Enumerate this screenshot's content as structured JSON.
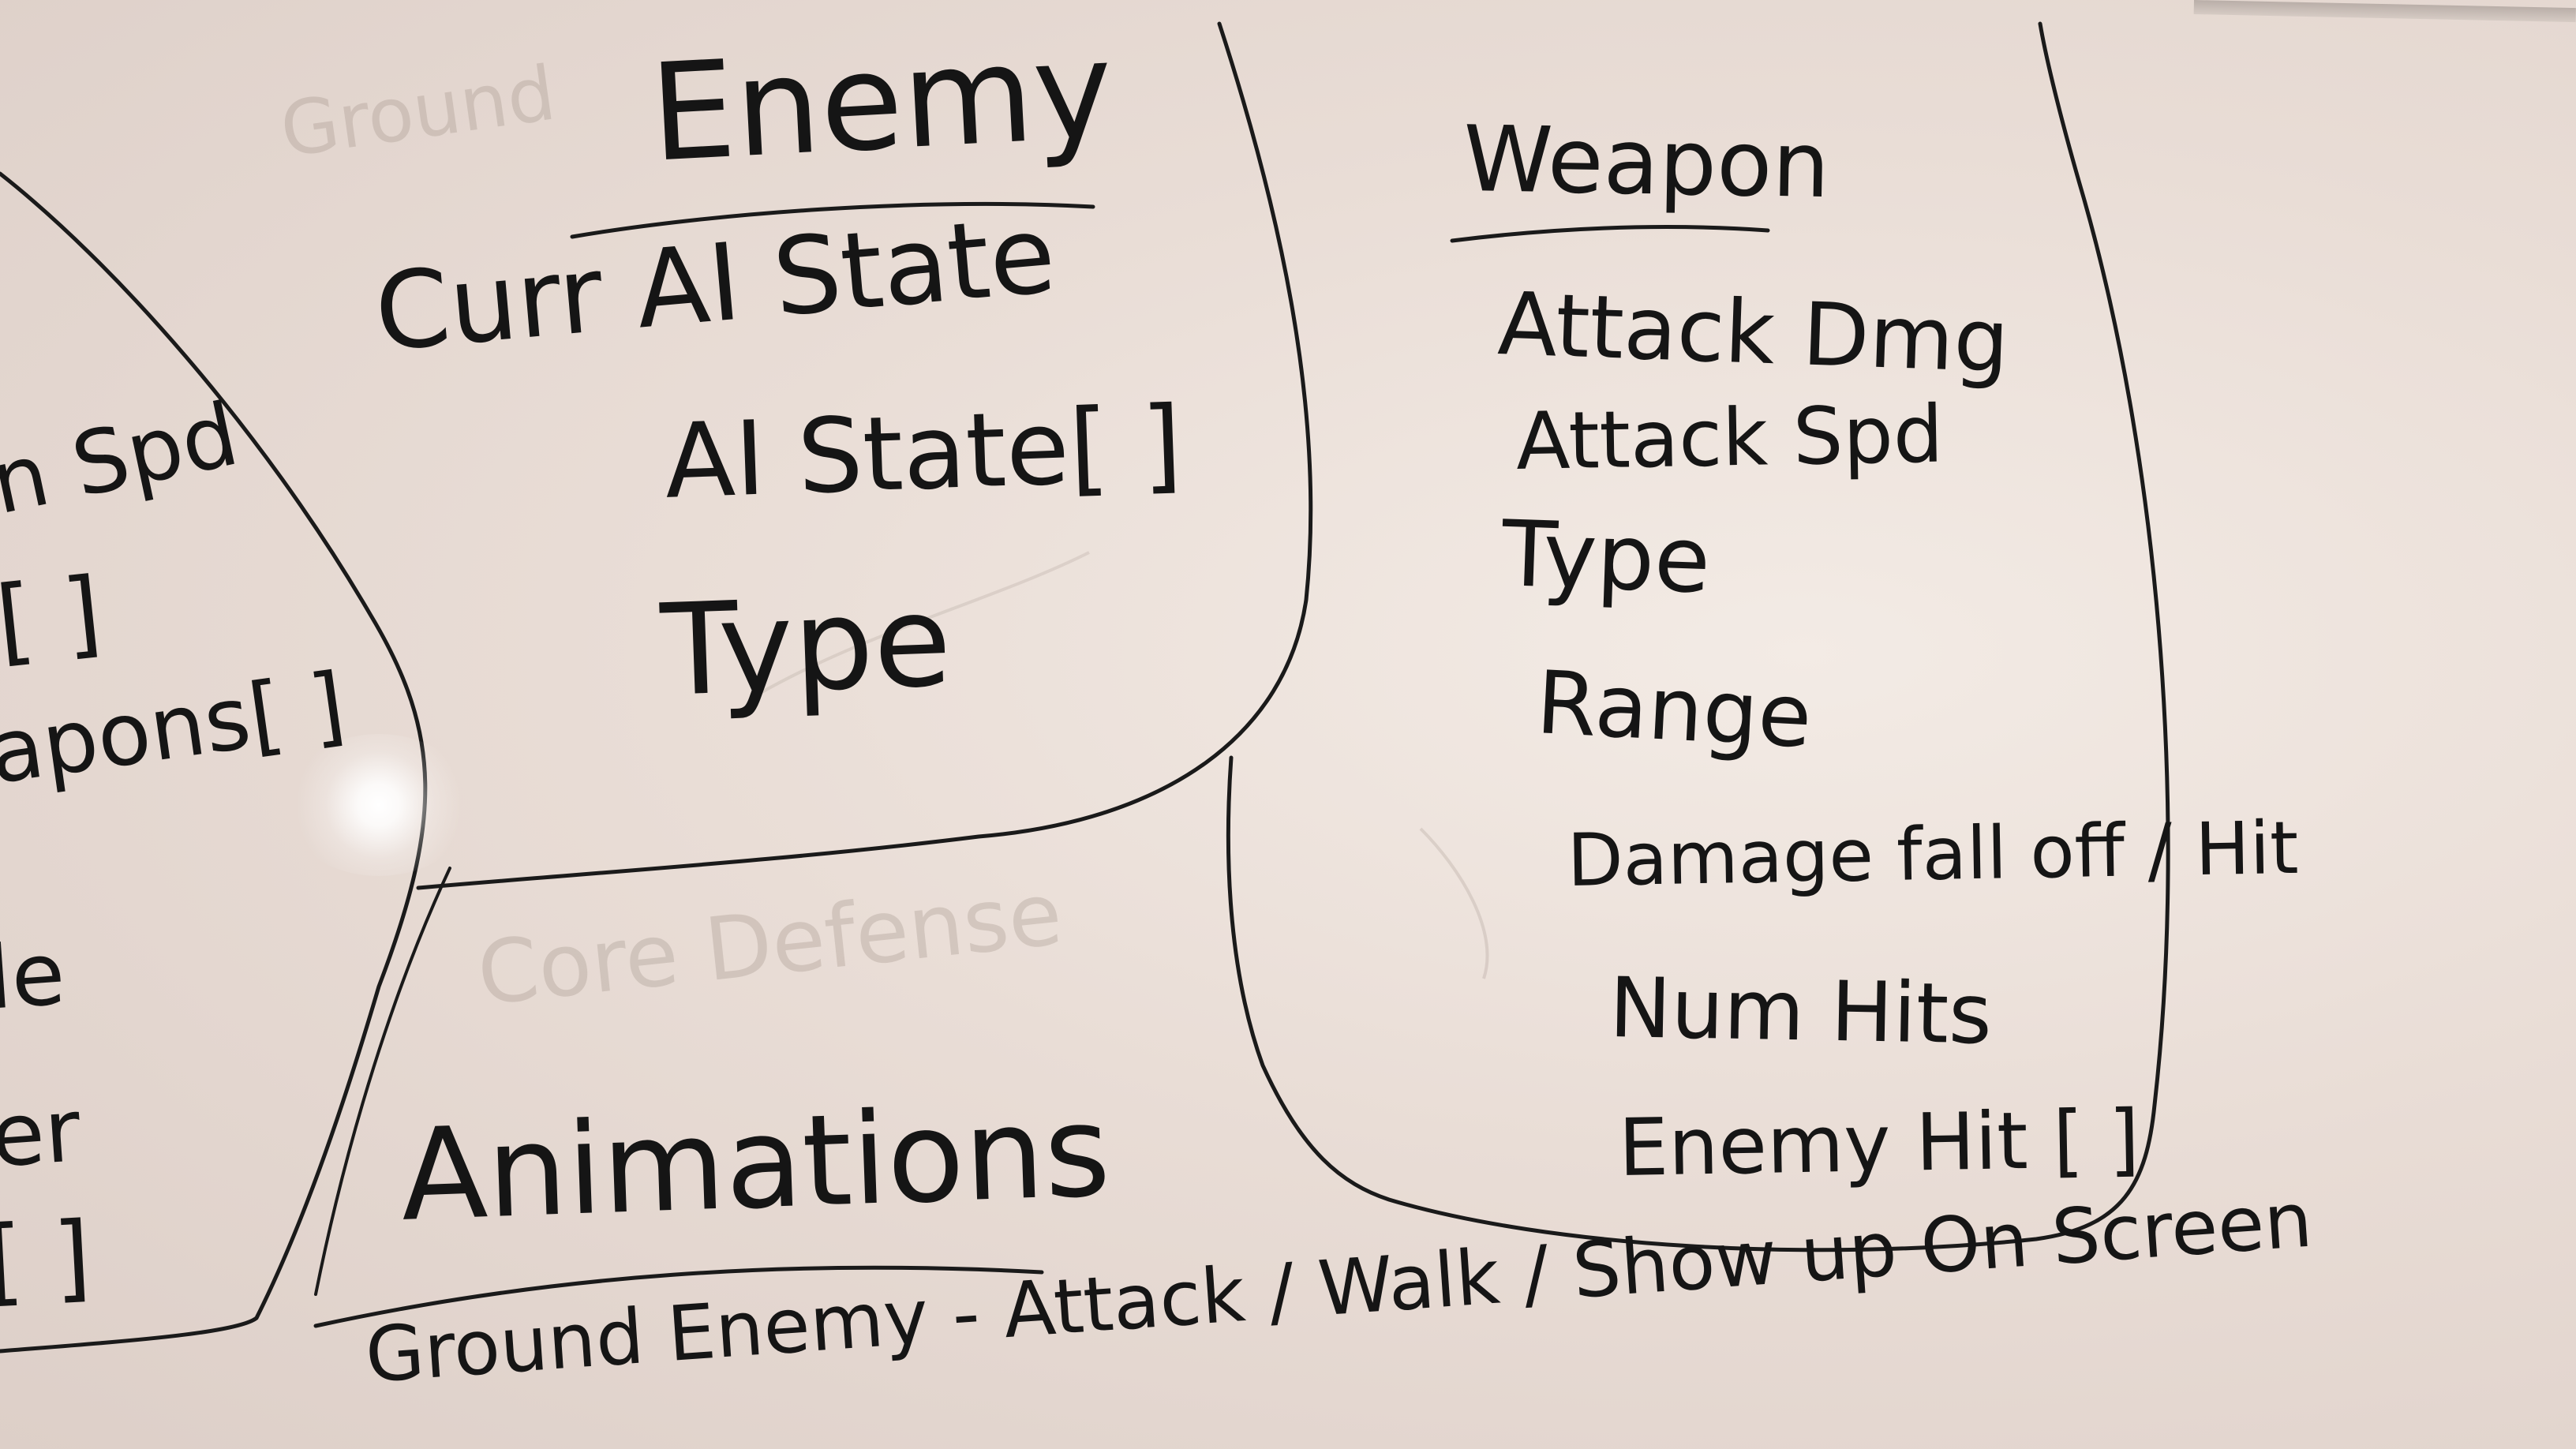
{
  "enemy": {
    "title": "Enemy",
    "fields": [
      "Curr AI State",
      "AI State[ ]",
      "Type"
    ]
  },
  "weapon": {
    "title": "Weapon",
    "fields": [
      "Attack Dmg",
      "Attack Spd",
      "Type",
      "Range",
      "Damage fall off / Hit",
      "Num Hits",
      "Enemy Hit [ ]"
    ]
  },
  "animations": {
    "title": "Animations",
    "line": "Ground Enemy - Attack / Walk / Show up On Screen"
  },
  "left_partial": {
    "fields": [
      "n Spd",
      "[ ]",
      "apons[ ]",
      "le",
      "er",
      "[ ]"
    ]
  },
  "ghost_text": [
    "Ground",
    "Core Defense"
  ]
}
